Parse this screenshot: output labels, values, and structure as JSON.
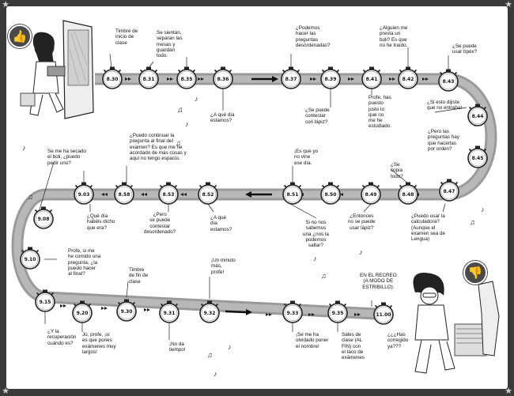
{
  "thumbs": {
    "up": "thumbs-up",
    "down": "thumbs-down"
  },
  "times": {
    "t830": "8.30",
    "t831": "8.31",
    "t835": "8.35",
    "t836": "8.36",
    "t837": "8.37",
    "t839": "8.39",
    "t841": "8.41",
    "t842": "8.42",
    "t843": "8.43",
    "t844": "8.44",
    "t845": "8.45",
    "t847": "8.47",
    "t848": "8.48",
    "t849": "8.49",
    "t850": "8.50",
    "t851": "8.51",
    "t852": "8.52",
    "t853": "8.53",
    "t858": "8.58",
    "t903": "9.03",
    "t908": "9.08",
    "t910": "9.10",
    "t915": "9.15",
    "t920": "9.20",
    "t930": "9.30",
    "t931": "9.31",
    "t932": "9.32",
    "t933": "9.33",
    "t935": "9.35",
    "t1100": "11.00"
  },
  "labels": {
    "timbre_inicio": "Timbre de\ninicio de\nclase",
    "se_sientan": "Se sientan,\nseparan las\nmesas y\nguardan\ntodo.",
    "a_que_dia_1": "¿A qué día\nestamos?",
    "podemos_hacer": "¿Podemos\nhacer las\npreguntas\ndesordenadas?",
    "se_puede_lapiz": "¿Se puede\ncontestar\ncon lápiz?",
    "profe_has_puesto": "Profe, has\npuesto\njusto lo\nque no\nme he\nestudiado.",
    "alguien_boli": "¿Alguien me\npresta un\nboli? Es que\nno he traído.",
    "usar_tipex": "¿Se puede\nusar típex?",
    "si_esto_dijiste": "¿Si esto dijiste\nque no entraba!",
    "pero_orden": "¿Pero las\npreguntas hay\nque hacerlas\npor orden?",
    "secado_boli": "Se me ha secado\nel boli, ¿puedo\npedir uno?",
    "puedo_continuar": "¿Puedo continuar la\npregunta al final del\nexamen? Es que me he\nacordado de más cosas y\naquí no tengo espacio.",
    "yo_no_vine": "¡Es que yo\nno vine\nese día.",
    "se_copia": "¿Se\ncopia\ntodo?",
    "que_habeis": "¿Qué día\nhabéis dicho\nque era?",
    "pero_desordenado": "¿Pero\nse puede\ncontestar\ndesordenado?",
    "a_que_dia_2": "¿A qué\ndía\nestamos?",
    "si_no_sabemos": "Si no nos\nsabemos\nuna ¿nos la\npodemos\nsaltar?",
    "entonces_lapiz": "¿Entonces\nno se puede\nusar lápiz?",
    "calculadora": "¿Puedo usar la\ncalculadora?\n(Aunque el\nexamen sea de\nLengua)",
    "comido_pregunta": "Profe, si me\nhe comido una\npregunta, ¿la\npuedo hacer\nal final?",
    "timbre_fin": "Timbre\nde fin de\nclase",
    "un_minuto": "¡Un minuto\nmás,\nprofe!",
    "en_el_recreo": "EN EL RECREO\n(A MODO DE\nESTRIBILLO):",
    "recuperacion": "¿Y la\nrecuperación\ncuándo es?",
    "jo_profe": "Jo, profe, ¡si\nes que pones\nexámenes muy\nlargos!",
    "no_da_tiempo": "¡No da\ntiempo!",
    "olvidado_nombre": "¡Se me ha\nolvidado poner\nel nombre!",
    "sales_clase": "Sales de\nclase (AL\nFIN) con\nel taco de\nexámenes",
    "has_corregido": "¿¿¿Has\ncorregido\nya???"
  }
}
